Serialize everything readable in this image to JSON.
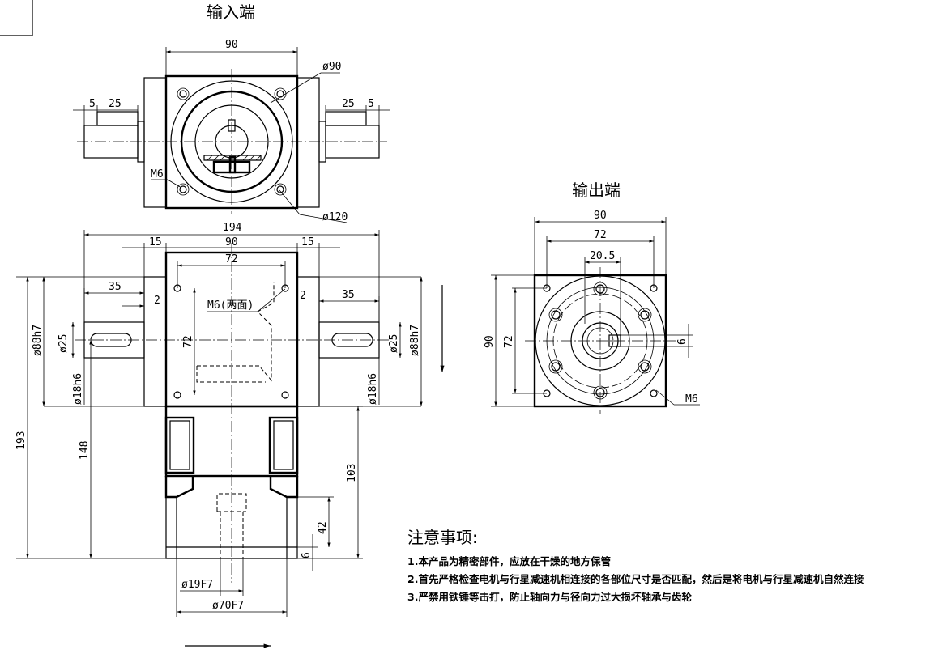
{
  "titles": {
    "input_end": "输入端",
    "output_end": "输出端"
  },
  "top_view": {
    "width": "90",
    "dia_outer": "ø90",
    "dia_flange": "ø120",
    "left_5": "5",
    "left_25": "25",
    "right_25": "25",
    "right_5": "5",
    "thread": "M6"
  },
  "front_view": {
    "overall_width": "194",
    "flange_left": "15",
    "body_width": "90",
    "flange_right": "15",
    "bolt_span_top": "72",
    "bolt_span_side": "72",
    "left_35": "35",
    "left_2": "2",
    "right_2": "2",
    "right_35": "35",
    "thread_two_sides": "M6(两面)",
    "left_dia_housing": "ø88h7",
    "left_dia_shaft": "ø25",
    "left_dia_shaft_fit": "ø18h6",
    "right_dia_shaft": "ø25",
    "right_dia_housing": "ø88h7",
    "right_dia_shaft_fit": "ø18h6",
    "overall_height": "193",
    "height_148": "148",
    "height_103": "103",
    "height_42": "42",
    "height_6": "6",
    "bore_dia": "ø19F7",
    "pilot_dia": "ø70F7"
  },
  "output_view": {
    "width": "90",
    "bolt_span": "72",
    "key_width": "20.5",
    "height": "90",
    "bolt_span_vertical": "72",
    "key_height": "6",
    "thread": "M6"
  },
  "notes": {
    "title": "注意事项:",
    "items": [
      "1.本产品为精密部件，应放在干燥的地方保管",
      "2.首先严格检查电机与行星减速机相连接的各部位尺寸是否匹配，然后是将电机与行星减速机自然连接",
      "3.严禁用铁锤等击打，防止轴向力与径向力过大损坏轴承与齿轮"
    ]
  }
}
